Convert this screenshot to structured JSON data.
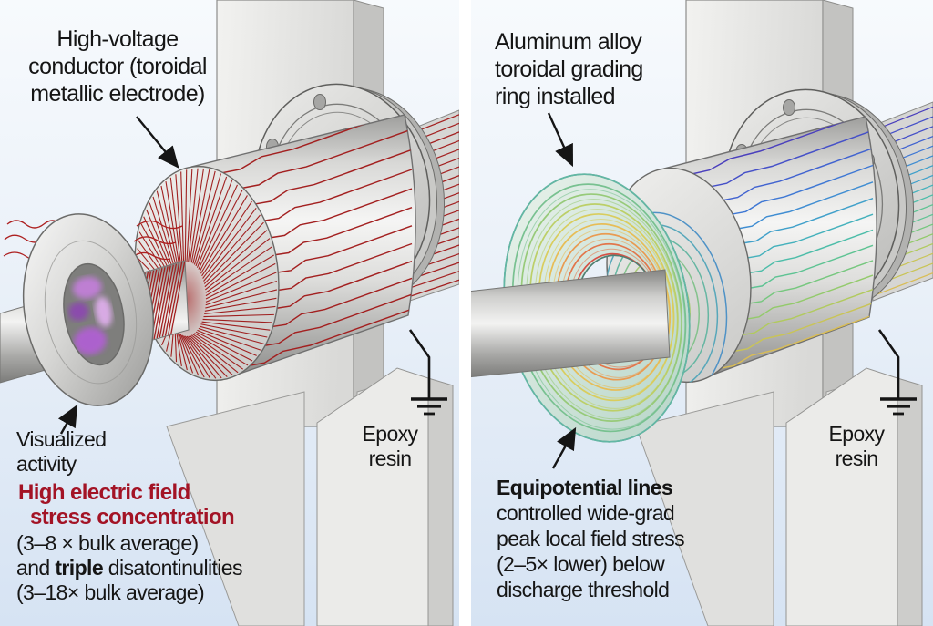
{
  "title_context": "High-voltage bushing field-grading comparison diagram",
  "left": {
    "conductor_label": {
      "lines": [
        "High-voltage",
        "conductor (toroidal",
        "metallic electrode)"
      ]
    },
    "visualized": {
      "lines": [
        "Visualized",
        "activity"
      ]
    },
    "stress_red": {
      "lines": [
        "High electric field",
        "stress concentration"
      ]
    },
    "stats": {
      "line1": "(3–8 × bulk average)",
      "line2_pre": "and ",
      "line2_bold": "triple",
      "line2_post": " disatontinulities",
      "line3": "(3–18× bulk average)"
    },
    "epoxy": {
      "lines": [
        "Epoxy",
        "resin"
      ]
    }
  },
  "right": {
    "ring_label": {
      "lines": [
        "Aluminum alloy",
        "toroidal grading",
        "ring installed"
      ]
    },
    "equipotential": {
      "bold": "Equipotential lines",
      "line1": "controlled wide-grad",
      "line2": "peak local field stress",
      "line3": "(2–5× lower) below",
      "line4": "discharge threshold"
    },
    "epoxy": {
      "lines": [
        "Epoxy",
        "resin"
      ]
    }
  },
  "colors": {
    "background_top": "#f7fafd",
    "background_bottom": "#d6e3f3",
    "text": "#151515",
    "accent_red_text": "#a31325",
    "field_line_red": "#a32020",
    "discharge_purple": "#b564d8",
    "metal_light": "#f2f2f1",
    "metal_dark": "#8f8f8d",
    "stream_ramp": [
      "#4a3fbd",
      "#4550c8",
      "#4163d0",
      "#3f78d4",
      "#3f8dd2",
      "#40a0ca",
      "#44b1bc",
      "#4dbda9",
      "#5ec393",
      "#76c77e",
      "#93ca6b",
      "#b1ca5d",
      "#c9c457",
      "#d9bd55"
    ],
    "torus_rings": [
      "#62b7a4",
      "#78c190",
      "#97ca79",
      "#bccf67",
      "#d9cd5d",
      "#e7bd56",
      "#e99b51",
      "#e2764b",
      "#d55145"
    ],
    "face_contours": [
      "#d9c458",
      "#c9cc62",
      "#a8cb74",
      "#83c28c",
      "#65b6a2",
      "#57a7ba",
      "#4f92c6"
    ]
  }
}
